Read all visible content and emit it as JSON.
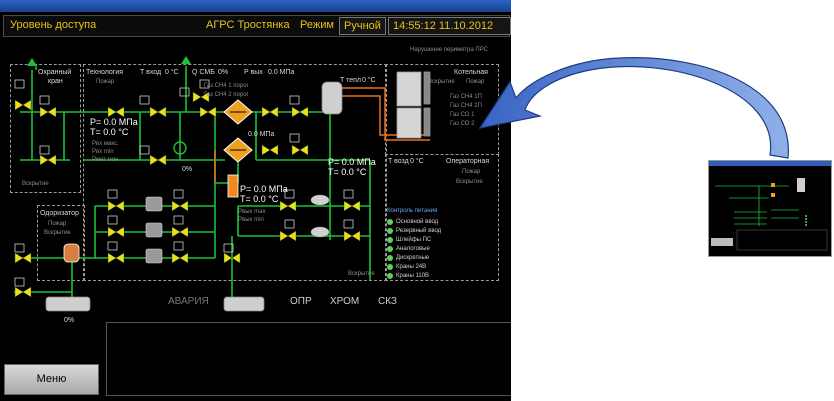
{
  "header": {
    "access_level": "Уровень доступа",
    "station": "АГРС Тростянка",
    "mode_label": "Режим",
    "mode_value": "Ручной",
    "datetime": "14:55:12 11.10.2012"
  },
  "perimeter_alert": "Нарушение периметра ПРС",
  "sections": {
    "guard_crane": {
      "title_line1": "Охранный",
      "title_line2": "кран",
      "status": "Вскрытие"
    },
    "technology": {
      "title": "Технология",
      "fire": "Пожар",
      "t_in_label": "T вход",
      "t_in_value": "0 °C",
      "q_label": "Q СМБ",
      "q_value": "0%",
      "p_label": "P вых",
      "p_value": "0.0 МПа",
      "gas_ch4_1": "Газ СН4 1 порог",
      "gas_ch4_2": "Газ СН4 2 порог",
      "p_left": "P= 0.0 МПа",
      "t_left": "T= 0.0 °C",
      "pmax": "Pвх макс.",
      "pmin": "Pвх min",
      "pmet": "Pмет мин",
      "filter_p": "0.0 МПа",
      "valve_pct": "0%",
      "p_mid": "P= 0.0 МПа",
      "t_mid": "T= 0.0 °C",
      "pout_max": "Pвых max",
      "pout_min": "Pвых min",
      "p_right": "P= 0.0 МПа",
      "t_right": "T= 0.0 °C",
      "opening": "Вскрытие"
    },
    "boiler": {
      "title": "Котельная",
      "opening": "Вскрытие",
      "fire": "Пожар",
      "t_label": "T тепл",
      "t_value": "0 °C",
      "gas1": "Газ СН4 1П",
      "gas2": "Газ СН4 2П",
      "co1": "Газ СО 1",
      "co2": "Газ СО 2"
    },
    "operator": {
      "title": "Операторная",
      "t_label": "T возд",
      "t_value": "0 °C",
      "fire": "Пожар",
      "opening": "Вскрытие"
    },
    "odorizer": {
      "title": "Одоризатор",
      "fire": "Пожар",
      "opening": "Вскрытие",
      "level": "0%"
    }
  },
  "power": {
    "title": "Контроль питания",
    "items": [
      "Основной ввод",
      "Резервный ввод",
      "Шлейфы ПС",
      "Аналоговые",
      "Дискретные",
      "Краны 24В",
      "Краны 110В"
    ]
  },
  "bottom_bar": {
    "alarm": "АВАРИЯ",
    "opr": "ОПР",
    "hrom": "ХРОМ",
    "skz": "СКЗ"
  },
  "menu_label": "Меню",
  "colors": {
    "pipe": "#19c23a",
    "valve": "#e8e216",
    "alarm": "#f0a020",
    "accent_blue": "#4a7dd4",
    "title_text": "#e8c414"
  }
}
